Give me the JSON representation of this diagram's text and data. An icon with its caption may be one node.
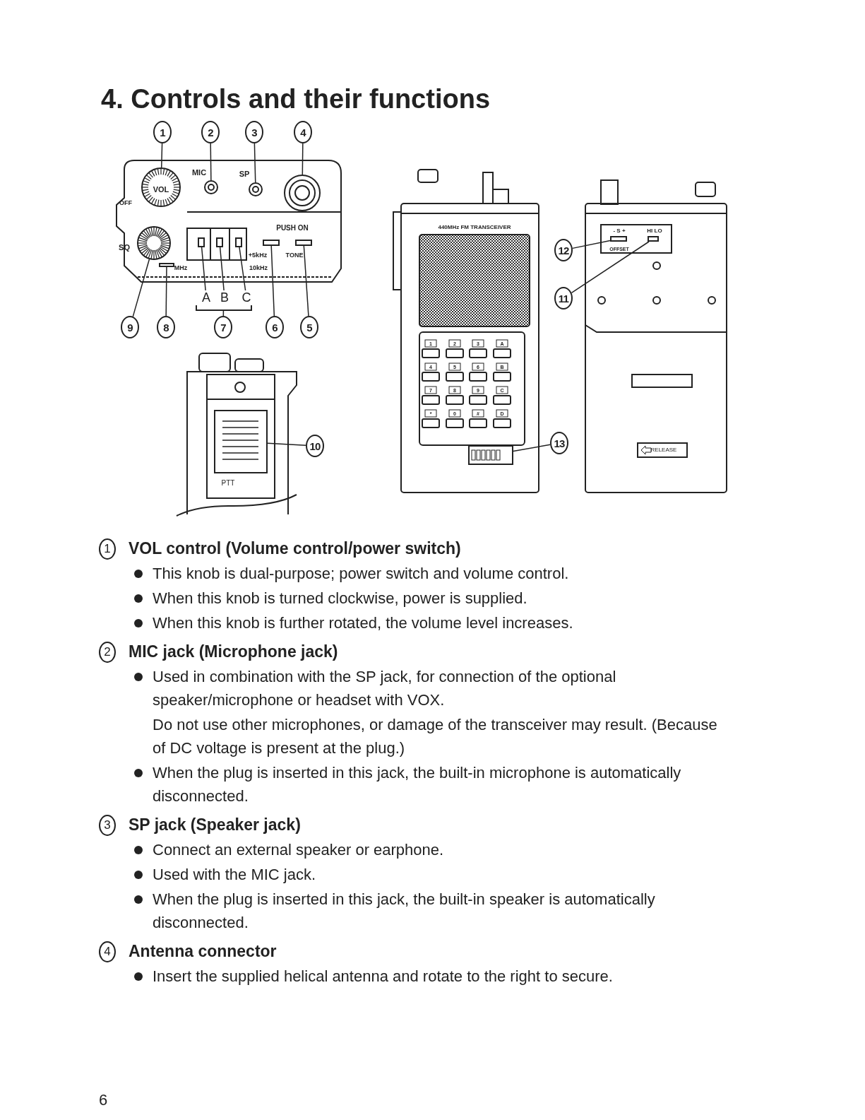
{
  "diagram": {
    "title": "4. Controls and their functions",
    "nodes": [
      {
        "text": [
          "1"
        ]
      },
      {
        "text": [
          "2"
        ]
      },
      {
        "text": [
          "3"
        ]
      },
      {
        "text": [
          "4"
        ]
      },
      {
        "text": [
          "A"
        ]
      },
      {
        "text": [
          "B"
        ]
      },
      {
        "text": [
          "C"
        ]
      },
      {
        "text": [
          "9"
        ]
      },
      {
        "text": [
          "8"
        ]
      },
      {
        "text": [
          "7"
        ]
      },
      {
        "text": [
          "6"
        ]
      },
      {
        "text": [
          "5"
        ]
      },
      {
        "text": [
          "12"
        ]
      },
      {
        "text": [
          "11"
        ]
      },
      {
        "text": [
          "10"
        ]
      },
      {
        "text": [
          "13"
        ]
      },
      {
        "text": [],
        "shape": "circle"
      },
      {
        "text": [],
        "shape": "circle"
      },
      {
        "text": [],
        "shape": "circle"
      },
      {
        "text": [],
        "shape": "circle"
      },
      {
        "text": [],
        "shape": "box"
      },
      {
        "text": [],
        "shape": "box"
      },
      {
        "text": [],
        "shape": "box"
      },
      {
        "text": [],
        "shape": "circle",
        "beside": [
          "SQ"
        ]
      },
      {
        "text": [],
        "shape": "box"
      },
      {
        "text": [],
        "shape": "bracket"
      },
      {
        "text": [],
        "shape": "box"
      },
      {
        "text": [],
        "shape": "box"
      },
      {
        "text": [],
        "shape": "box",
        "beside": [
          "- S +"
        ]
      },
      {
        "text": [],
        "shape": "box",
        "beside": [
          "HI LO"
        ]
      },
      {
        "text": [],
        "shape": "box",
        "beside": [
          "PTT"
        ]
      },
      {
        "text": [],
        "shape": "box"
      }
    ],
    "edges": [
      {
        "from": 0,
        "to": 16,
        "arrow": "none"
      },
      {
        "from": 1,
        "to": 17,
        "arrow": "none"
      },
      {
        "from": 2,
        "to": 18,
        "arrow": "none"
      },
      {
        "from": 3,
        "to": 19,
        "arrow": "none"
      },
      {
        "from": 4,
        "to": 20,
        "arrow": "none"
      },
      {
        "from": 5,
        "to": 21,
        "arrow": "none"
      },
      {
        "from": 6,
        "to": 22,
        "arrow": "none"
      },
      {
        "from": 7,
        "to": 23,
        "arrow": "none"
      },
      {
        "from": 8,
        "to": 24,
        "arrow": "none"
      },
      {
        "from": 9,
        "to": 25,
        "arrow": "none"
      },
      {
        "from": 10,
        "to": 26,
        "arrow": "none"
      },
      {
        "from": 11,
        "to": 27,
        "arrow": "none"
      },
      {
        "from": 12,
        "to": 28,
        "arrow": "none"
      },
      {
        "from": 13,
        "to": 29,
        "arrow": "none"
      },
      {
        "from": 14,
        "to": 30,
        "arrow": "none"
      },
      {
        "from": 15,
        "to": 31,
        "arrow": "none"
      }
    ],
    "labels": [
      "MIC",
      "SP",
      "OFF",
      "VOL",
      "PUSH ON",
      "+5kHz",
      "TONE",
      "MHz",
      "10kHz",
      "1",
      "2",
      "3",
      "A",
      "4",
      "5",
      "6",
      "B",
      "7",
      "8",
      "9",
      "C",
      "*",
      "0",
      "#",
      "D",
      "440MHz FM TRANSCEIVER",
      "OFFSET",
      "RELEASE",
      "1",
      "VOL control (Volume control/power switch)",
      "This knob is dual-purpose; power switch and volume control.",
      "When this knob is turned clockwise, power is supplied.",
      "When this knob is further rotated, the volume level increases.",
      "2",
      "MIC jack (Microphone jack)",
      "Used in combination with the SP jack, for connection of the optional speaker/microphone or headset with VOX.",
      "Do not use other microphones, or damage of the transceiver may result. (Because of DC voltage is present at the plug.)",
      "When the plug is inserted in this jack, the built-in microphone is automatically disconnected.",
      "3",
      "SP jack (Speaker jack)",
      "Connect an external speaker or earphone.",
      "Used with the MIC jack.",
      "When the plug is inserted in this jack, the built-in speaker is automatically disconnected.",
      "4",
      "Antenna connector",
      "Insert the supplied helical antenna and rotate to the right to secure.",
      "6"
    ]
  }
}
